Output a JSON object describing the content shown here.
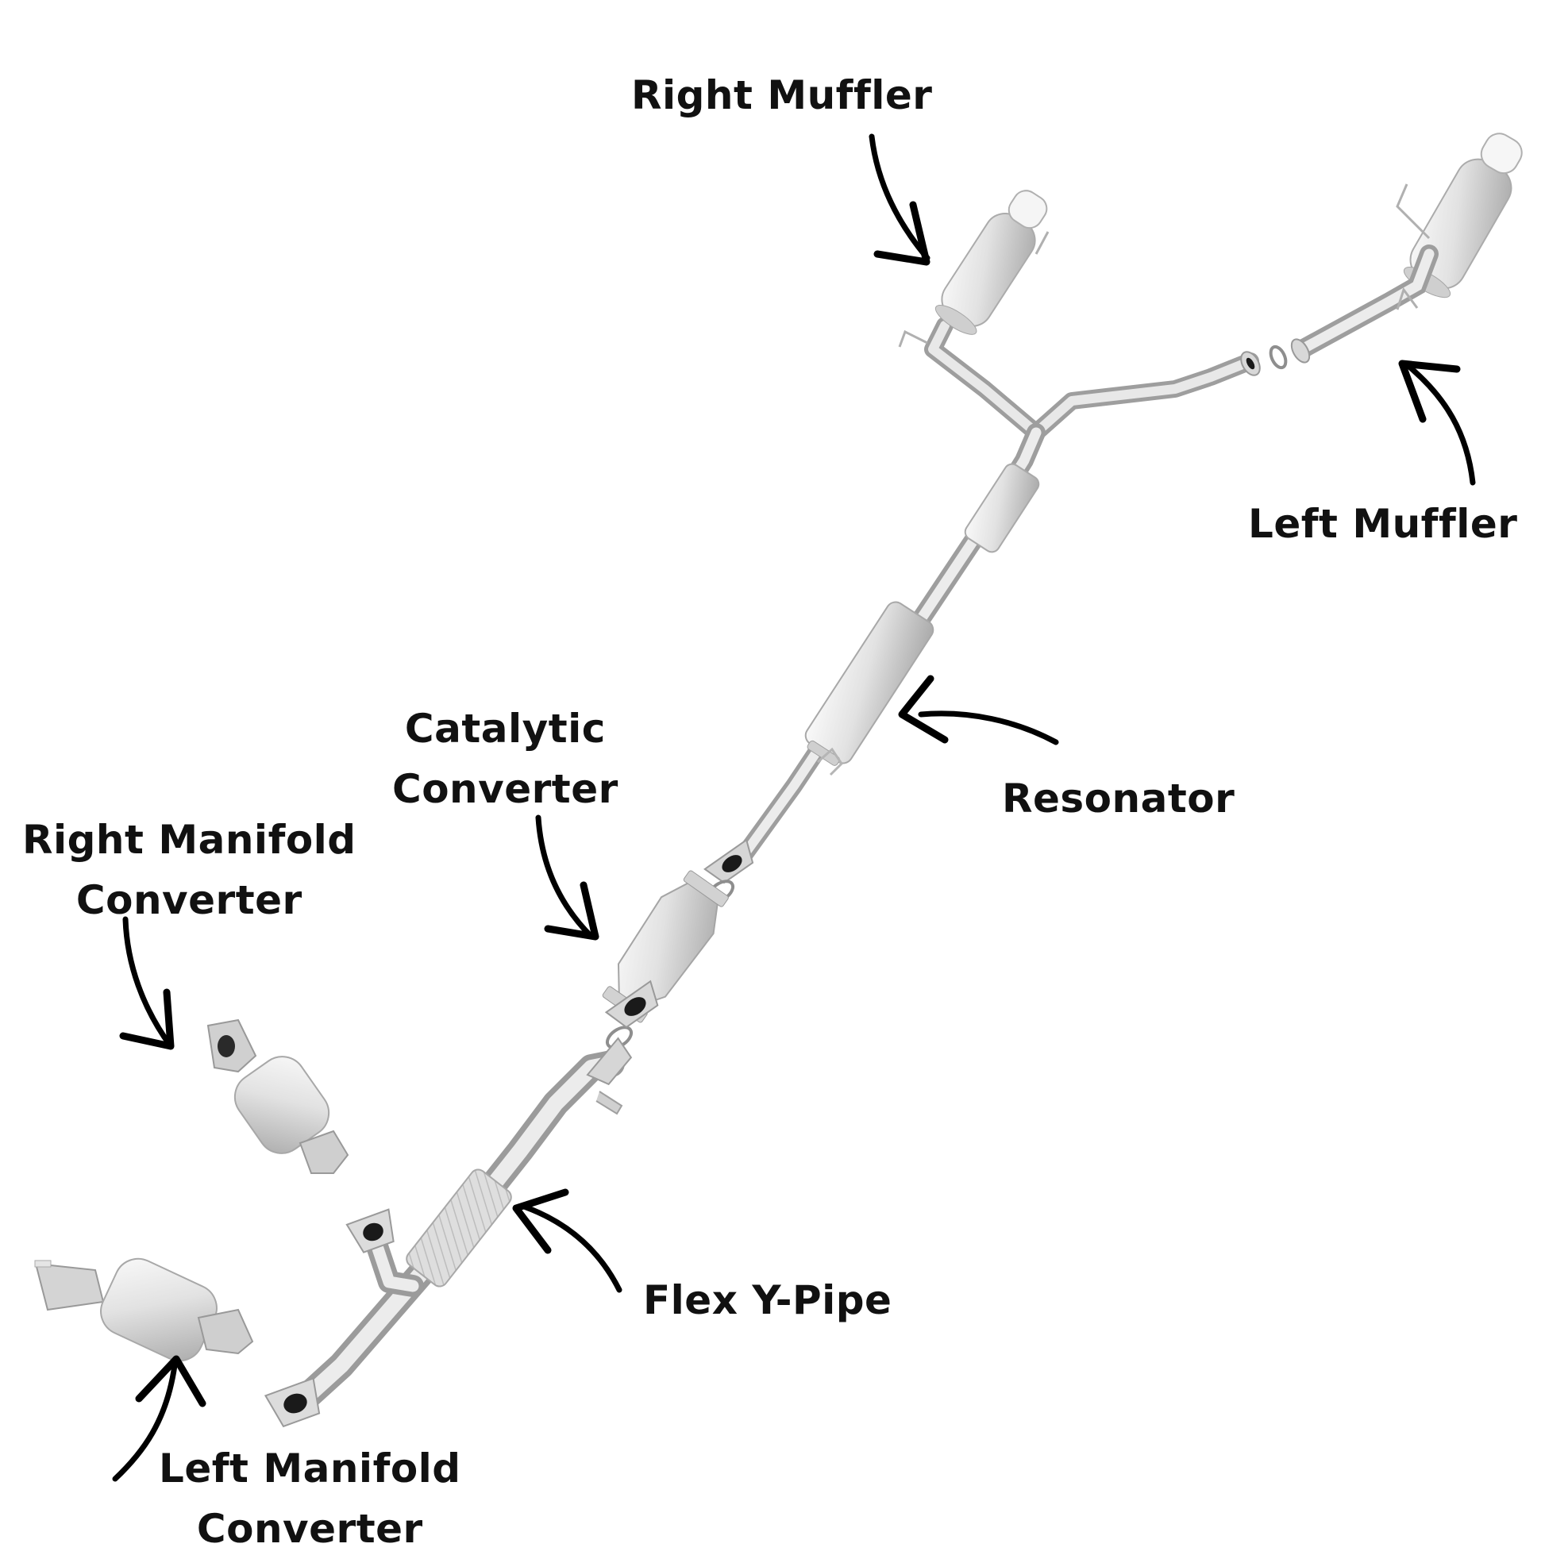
{
  "diagram": {
    "title": "Exhaust system parts",
    "colors": {
      "background": "#ffffff",
      "label_text": "#111111",
      "arrow": "#000000",
      "metal_light": "#f1f1f1",
      "metal_mid": "#cfcfcf",
      "metal_dark": "#9c9c9c",
      "port_hole": "#1a1a1a"
    },
    "labels": {
      "right_muffler": {
        "lines": [
          "Right Muffler"
        ]
      },
      "left_muffler": {
        "lines": [
          "Left Muffler"
        ]
      },
      "resonator": {
        "lines": [
          "Resonator"
        ]
      },
      "catalytic_converter": {
        "lines": [
          "Catalytic",
          "Converter"
        ]
      },
      "right_manifold_converter": {
        "lines": [
          "Right Manifold",
          "Converter"
        ]
      },
      "flex_y_pipe": {
        "lines": [
          "Flex Y-Pipe"
        ]
      },
      "left_manifold_converter": {
        "lines": [
          "Left Manifold",
          "Converter"
        ]
      }
    },
    "parts": [
      "right-muffler",
      "left-muffler",
      "resonator",
      "catalytic-converter",
      "right-manifold-converter",
      "flex-y-pipe",
      "left-manifold-converter"
    ]
  }
}
